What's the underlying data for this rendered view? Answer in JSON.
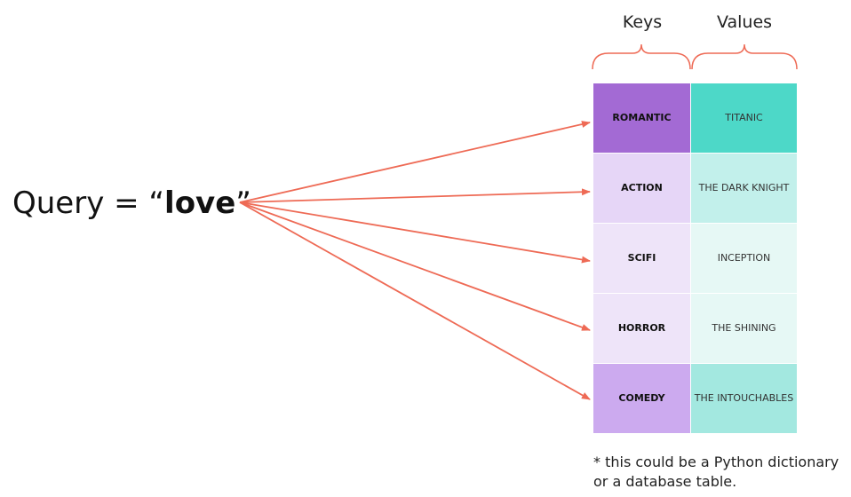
{
  "query": {
    "prefix": "Query = “",
    "value": "love",
    "suffix": "”"
  },
  "headers": {
    "keys": "Keys",
    "values": "Values"
  },
  "rows": [
    {
      "key": "ROMANTIC",
      "value": "TITANIC"
    },
    {
      "key": "ACTION",
      "value": "THE DARK KNIGHT"
    },
    {
      "key": "SCIFI",
      "value": "INCEPTION"
    },
    {
      "key": "HORROR",
      "value": "THE SHINING"
    },
    {
      "key": "COMEDY",
      "value": "THE INTOUCHABLES"
    }
  ],
  "colors": {
    "arrow": "#ee6a55",
    "brace": "#ee6a55",
    "key_fills": [
      "#a36ad4",
      "#e6d6f7",
      "#eee4f9",
      "#eee4f9",
      "#ccaaef"
    ],
    "value_fills": [
      "#4dd8c8",
      "#c2f0eb",
      "#e6f8f5",
      "#e6f8f5",
      "#a3e8e0"
    ]
  },
  "footnote": {
    "line1": "* this could be a Python dictionary",
    "line2": "or a database table."
  }
}
